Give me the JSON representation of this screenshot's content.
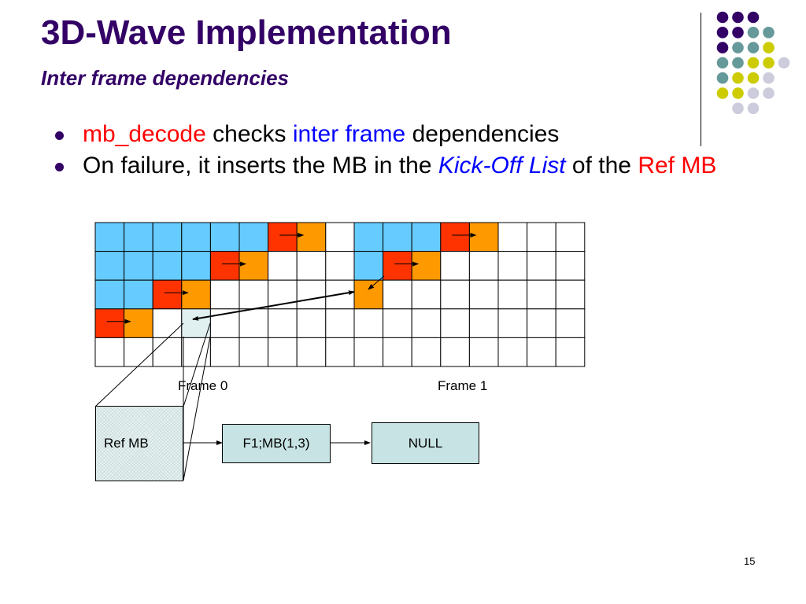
{
  "slide": {
    "title": "3D-Wave Implementation",
    "subtitle": "Inter frame dependencies",
    "page_number": "15"
  },
  "bullets": [
    {
      "parts": [
        {
          "text": "mb_decode",
          "style": "red"
        },
        {
          "text": " checks ",
          "style": ""
        },
        {
          "text": "inter frame",
          "style": "blue"
        },
        {
          "text": " dependencies",
          "style": ""
        }
      ]
    },
    {
      "parts": [
        {
          "text": "On failure, it inserts the MB in the ",
          "style": ""
        },
        {
          "text": "Kick-Off List",
          "style": "blue ital"
        },
        {
          "text": " of the ",
          "style": ""
        },
        {
          "text": "Ref MB",
          "style": "red"
        }
      ]
    }
  ],
  "colors": {
    "title": "#330066",
    "done": "#66ccff",
    "decoding": "#ff3300",
    "waiting": "#ff9900",
    "ref_mb": "#e0f0f0",
    "list_box": "#c7e3e3",
    "dot_purple": "#330066",
    "dot_teal": "#669999",
    "dot_yellow": "#cccc00",
    "dot_lavender": "#ccccdd"
  },
  "frames": [
    {
      "label": "Frame 0",
      "rows": [
        [
          "done",
          "done",
          "done",
          "done",
          "done",
          "done",
          "decoding",
          "waiting",
          "empty",
          "empty"
        ],
        [
          "done",
          "done",
          "done",
          "done",
          "decoding",
          "waiting",
          "empty",
          "empty",
          "empty",
          "empty"
        ],
        [
          "done",
          "done",
          "decoding",
          "waiting",
          "empty",
          "empty",
          "empty",
          "empty",
          "empty",
          "empty"
        ],
        [
          "decoding",
          "waiting",
          "empty",
          "ref",
          "empty",
          "empty",
          "empty",
          "empty",
          "empty",
          "empty"
        ],
        [
          "empty",
          "empty",
          "empty",
          "empty",
          "empty",
          "empty",
          "empty",
          "empty",
          "empty",
          "empty"
        ]
      ]
    },
    {
      "label": "Frame 1",
      "rows": [
        [
          "done",
          "done",
          "done",
          "decoding",
          "waiting",
          "empty",
          "empty",
          "empty"
        ],
        [
          "done",
          "decoding",
          "waiting",
          "empty",
          "empty",
          "empty",
          "empty",
          "empty"
        ],
        [
          "waiting",
          "empty",
          "empty",
          "empty",
          "empty",
          "empty",
          "empty",
          "empty"
        ],
        [
          "empty",
          "empty",
          "empty",
          "empty",
          "empty",
          "empty",
          "empty",
          "empty"
        ],
        [
          "empty",
          "empty",
          "empty",
          "empty",
          "empty",
          "empty",
          "empty",
          "empty"
        ]
      ]
    }
  ],
  "kickoff_list": {
    "ref_label": "Ref MB",
    "entry_label": "F1;MB(1,3)",
    "null_label": "NULL"
  },
  "decor_dots": [
    [
      "purple",
      "purple",
      "purple"
    ],
    [
      "purple",
      "purple",
      "teal",
      "teal"
    ],
    [
      "purple",
      "teal",
      "teal",
      "yellow"
    ],
    [
      "teal",
      "teal",
      "yellow",
      "yellow",
      "lavender"
    ],
    [
      "teal",
      "yellow",
      "yellow",
      "lavender"
    ],
    [
      "yellow",
      "yellow",
      "lavender",
      "lavender"
    ],
    [
      "lavender",
      "lavender"
    ]
  ]
}
